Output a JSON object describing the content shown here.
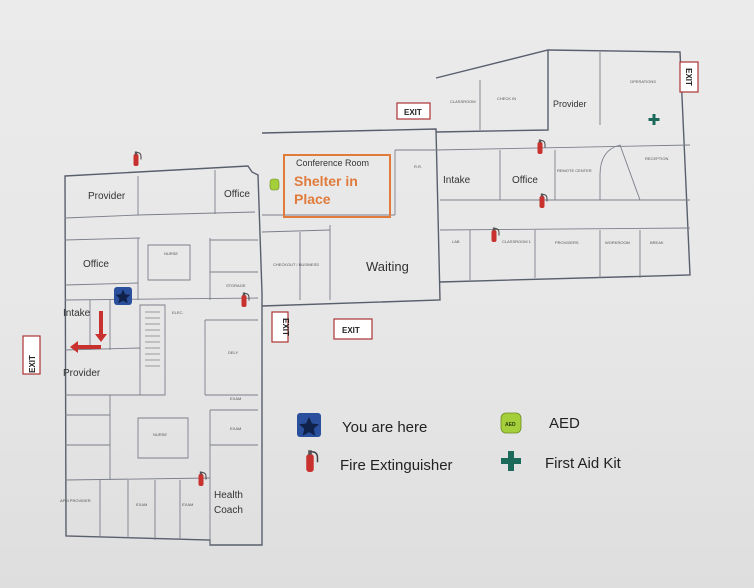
{
  "rooms": {
    "provider_top_left": "Provider",
    "office_top": "Office",
    "office_left": "Office",
    "intake_left": "Intake",
    "provider_left": "Provider",
    "health_coach_line1": "Health",
    "health_coach_line2": "Coach",
    "conference_room": "Conference Room",
    "shelter_line1": "Shelter in",
    "shelter_line2": "Place",
    "waiting": "Waiting",
    "intake_right": "Intake",
    "office_right": "Office",
    "provider_right": "Provider"
  },
  "small_labels": {
    "nurse_top": "NURSE",
    "nurse_bottom": "NURSE",
    "storage": "STORAGE",
    "elec": "ELEC.",
    "dely": "DELY",
    "exam_a": "EXAM",
    "exam_b": "EXAM",
    "exam_c": "EXAM",
    "exam_d": "EXAM",
    "recep": "RECEPTION",
    "lab": "LAB",
    "classroom": "CLASSROOM",
    "classroom_2": "CLASSROOM 1",
    "workroom": "WORKROOM",
    "providers": "PROVIDERS",
    "checkin": "CHECK IN",
    "break": "BREAK",
    "rr": "R.R.",
    "health_coach_small": "APM PROVIDER",
    "remote_center": "REMOTE CENTER",
    "operations": "OPERATIONS",
    "checkout": "CHECKOUT / BUSINESS"
  },
  "exits": {
    "left": "EXIT",
    "top_middle": "EXIT",
    "middle_vertical": "EXIT",
    "bottom_middle": "EXIT",
    "top_right": "EXIT"
  },
  "legend": {
    "you_are_here": "You are here",
    "aed": "AED",
    "aed_badge": "AED",
    "fire_extinguisher": "Fire Extinguisher",
    "first_aid_kit": "First Aid Kit"
  },
  "colors": {
    "star_bg": "#2a4f9c",
    "aed": "#a5cf3a",
    "extinguisher": "#c9312e",
    "first_aid": "#1c6b5a",
    "shelter": "#e07b3c",
    "exit_border": "#a33333",
    "wall": "#5a5f6d"
  }
}
